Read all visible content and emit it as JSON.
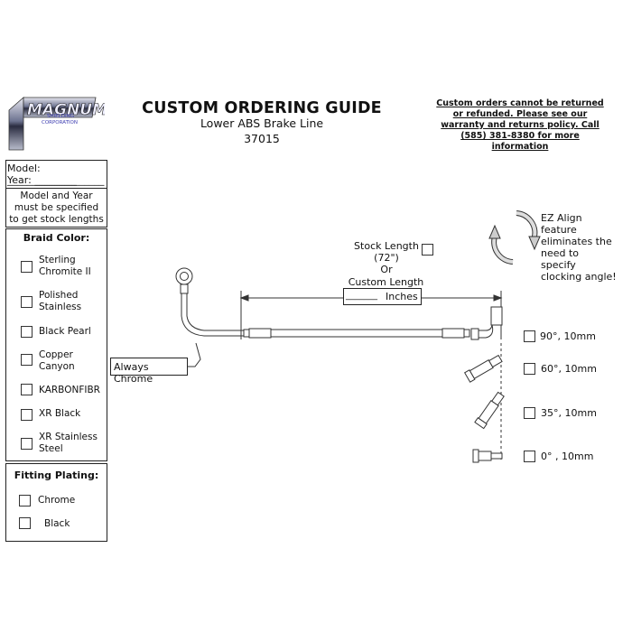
{
  "logo": {
    "name": "MAGNUM",
    "tagline_line1": "SHIELDING",
    "tagline_line2": "CORPORATION"
  },
  "header": {
    "title": "CUSTOM ORDERING GUIDE",
    "subtitle": "Lower ABS Brake Line",
    "part_number": "37015",
    "warning": "Custom orders cannot be returned or refunded. Please see our warranty and returns policy. Call (585) 381-8380 for more information"
  },
  "model_box": {
    "model_label": "Model:",
    "model_blank": "______________",
    "year_label": "Year:",
    "year_blank": "______________"
  },
  "note": "Model and Year must be specified to get stock lengths",
  "braid": {
    "title": "Braid Color:",
    "options": [
      "Sterling Chromite II",
      "Polished Stainless",
      "Black Pearl",
      "Copper Canyon",
      "KARBONFIBR",
      "XR Black",
      "XR Stainless Steel"
    ]
  },
  "plating": {
    "title": "Fitting Plating:",
    "options": [
      "Chrome",
      "Black"
    ]
  },
  "diagram": {
    "always_chrome": "Always Chrome",
    "stock_length": "Stock Length",
    "stock_value": "(72\")",
    "or": "Or",
    "custom_length": "Custom Length",
    "inches": "Inches",
    "inches_blank": "_______",
    "ez_align": "EZ Align feature eliminates the need to specify clocking angle!",
    "fittings": [
      "90°, 10mm",
      "60°, 10mm",
      "35°, 10mm",
      "0°  , 10mm"
    ]
  },
  "colors": {
    "border": "#222222",
    "logo_blue": "#3b3bb0",
    "logo_steel": "#8a8fa8"
  }
}
